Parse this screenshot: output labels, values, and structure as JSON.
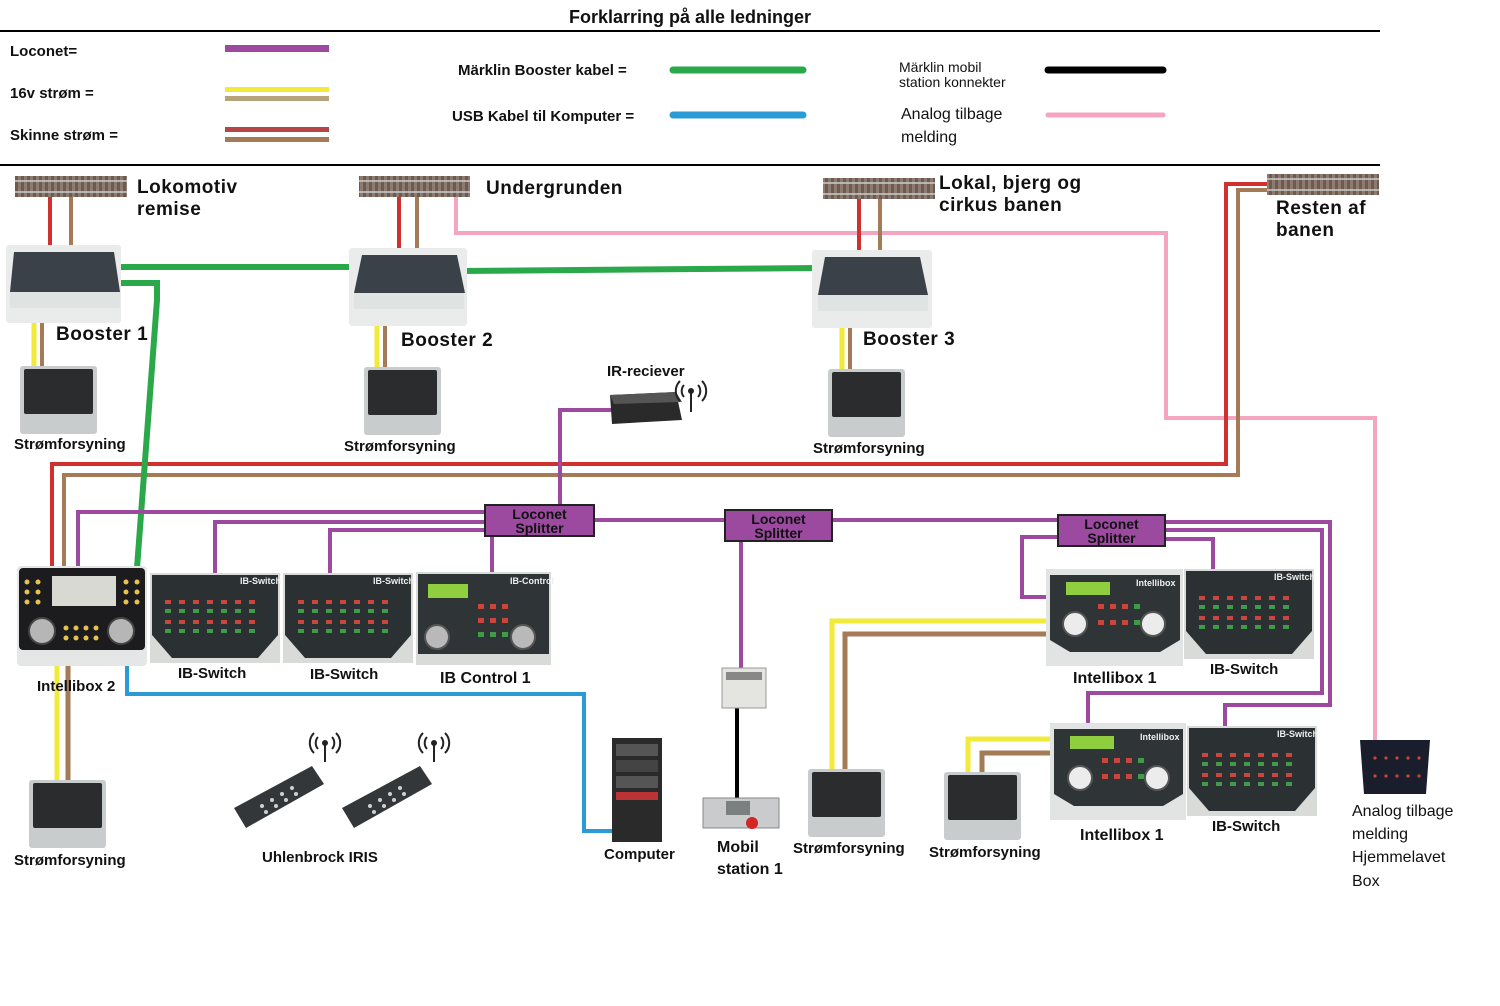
{
  "title": "Forklarring på alle ledninger",
  "colors": {
    "loconet": "#9b4aa0",
    "power16v_a": "#f2ea3a",
    "power16v_b": "#a47b56",
    "track_red": "#d0302e",
    "track_brown": "#a47b56",
    "booster_cable": "#2aa84a",
    "usb_cable": "#2b9bd6",
    "mobile_station_cable": "#000000",
    "analog_feedback": "#f4a6c0"
  },
  "legend": {
    "loconet": "Loconet=",
    "power16v": "16v strøm =",
    "track_power": "Skinne strøm =",
    "booster_cable": "Märklin Booster kabel =",
    "usb_cable": "USB Kabel til Komputer =",
    "mobile_station": "Märklin mobil\nstation konnekter",
    "analog_feedback": "Analog tilbage\nmelding"
  },
  "tracks": [
    {
      "label": "Lokomotiv\nremise"
    },
    {
      "label": "Undergrunden"
    },
    {
      "label": "Lokal, bjerg og\ncirkus banen"
    },
    {
      "label": "Resten af\nbanen"
    }
  ],
  "boosters": [
    {
      "label": "Booster 1"
    },
    {
      "label": "Booster 2"
    },
    {
      "label": "Booster 3"
    }
  ],
  "devices": {
    "psu_b1": "Strømforsyning",
    "psu_b2": "Strømforsyning",
    "psu_b3": "Strømforsyning",
    "ir_receiver": "IR-reciever",
    "splitter1": "Loconet\nSplitter",
    "splitter2": "Loconet\nSplitter",
    "splitter3": "Loconet\nSplitter",
    "intellibox2": "Intellibox 2",
    "ibswitch_a": "IB-Switch",
    "ibswitch_b": "IB-Switch",
    "ibcontrol": "IB Control 1",
    "intellibox1_top": "Intellibox 1",
    "ibswitch_c": "IB-Switch",
    "intellibox1_bottom": "Intellibox 1",
    "ibswitch_d": "IB-Switch",
    "psu_ib2": "Strømforsyning",
    "iris": "Uhlenbrock IRIS",
    "computer": "Computer",
    "mobile_station": "Mobil\nstation 1",
    "psu_c": "Strømforsyning",
    "psu_d": "Strømforsyning",
    "analog_box": "Analog tilbage\nmelding\n Hjemmelavet\n Box"
  },
  "screen_text": {
    "ib_switch_brand": "IB-Switch",
    "ib_control_brand": "IB-Control",
    "intellibox_brand": "Intellibox"
  }
}
